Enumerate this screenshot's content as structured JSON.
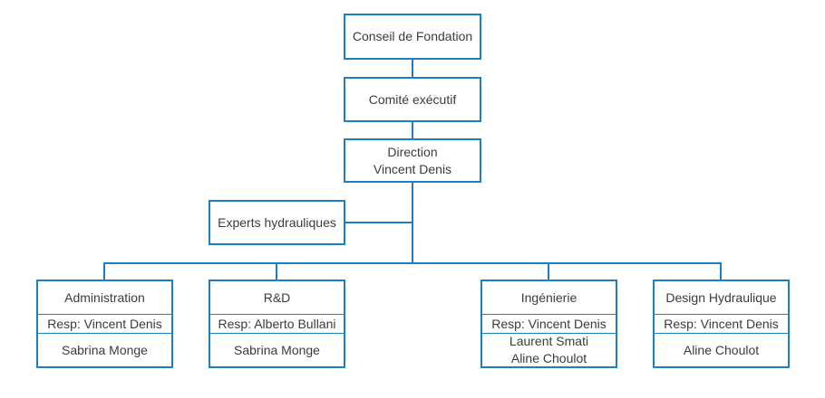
{
  "org": {
    "foundation": "Conseil de Fondation",
    "committee": "Comité exécutif",
    "direction": {
      "title": "Direction",
      "head": "Vincent Denis"
    },
    "experts": "Experts hydrauliques",
    "departments": [
      {
        "name": "Administration",
        "resp": "Resp: Vincent Denis",
        "members": [
          "Sabrina Monge"
        ]
      },
      {
        "name": "R&D",
        "resp": "Resp: Alberto Bullani",
        "members": [
          "Sabrina Monge"
        ]
      },
      {
        "name": "Ingénierie",
        "resp": "Resp: Vincent Denis",
        "members": [
          "Laurent Smati",
          "Aline Choulot"
        ]
      },
      {
        "name": "Design Hydraulique",
        "resp": "Resp: Vincent Denis",
        "members": [
          "Aline Choulot"
        ]
      }
    ]
  },
  "colors": {
    "border": "#1a7fc3",
    "text": "#3b3b3b"
  }
}
